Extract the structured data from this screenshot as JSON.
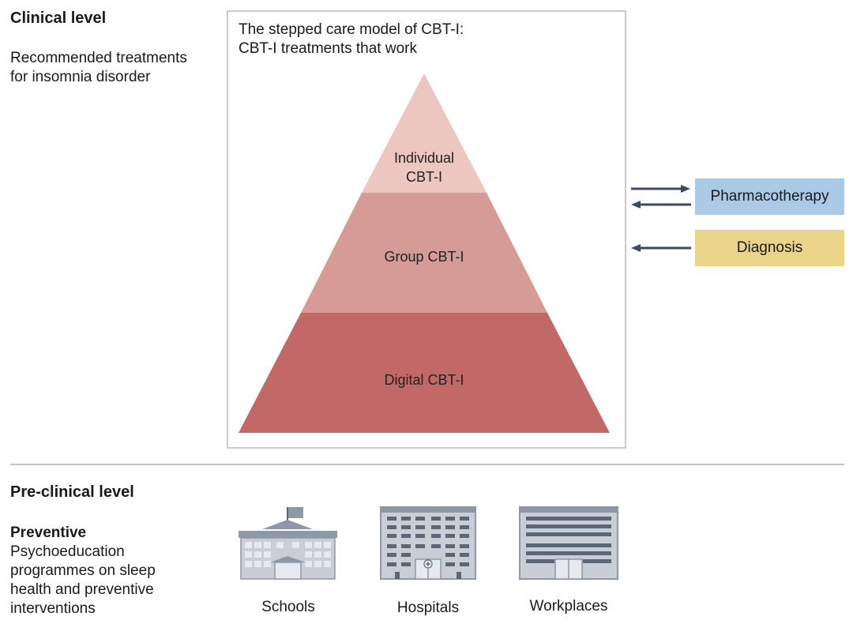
{
  "clinical": {
    "heading": "Clinical level",
    "desc_line1": "Recommended treatments",
    "desc_line2": "for insomnia disorder"
  },
  "model": {
    "title_line1": "The stepped care model of CBT-I:",
    "title_line2": "CBT-I treatments that work",
    "tiers": [
      {
        "label_line1": "Individual",
        "label_line2": "CBT-I",
        "color": "#eec6c0"
      },
      {
        "label": "Group CBT-I",
        "color": "#d69a97"
      },
      {
        "label": "Digital CBT-I",
        "color": "#c26866"
      }
    ]
  },
  "side": {
    "pharmacotherapy": {
      "label": "Pharmacotherapy",
      "color": "#a9c9e6"
    },
    "diagnosis": {
      "label": "Diagnosis",
      "color": "#ead48a"
    },
    "arrow_color": "#3e4a5f"
  },
  "preclinical": {
    "heading": "Pre-clinical level",
    "subheading": "Preventive",
    "desc_lines": [
      "Psychoeducation",
      "programmes on sleep",
      "health and preventive",
      "interventions"
    ]
  },
  "settings": [
    {
      "label": "Schools",
      "icon": "school-building-icon"
    },
    {
      "label": "Hospitals",
      "icon": "hospital-building-icon"
    },
    {
      "label": "Workplaces",
      "icon": "office-building-icon"
    }
  ]
}
